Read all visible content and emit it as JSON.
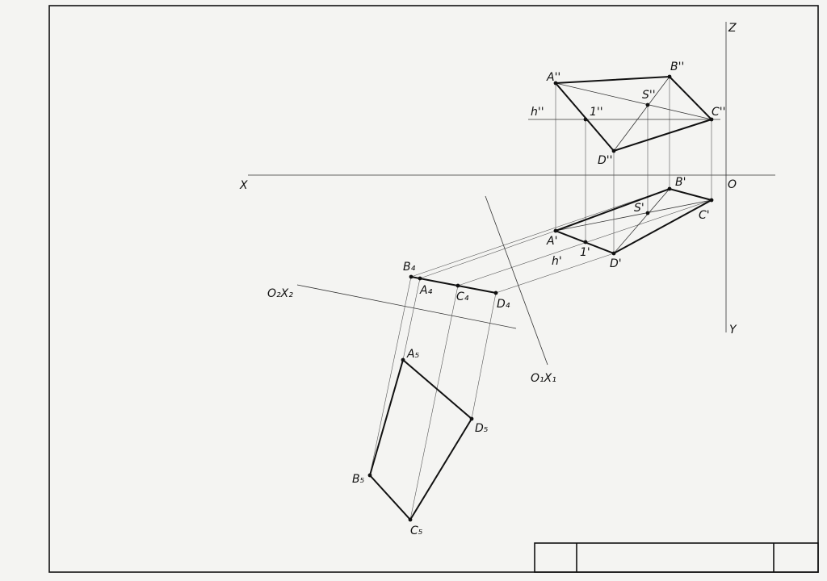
{
  "axes": {
    "x": "X",
    "z": "Z",
    "y": "Y",
    "o": "O",
    "o1x1": "O₁X₁",
    "o2x2": "O₂X₂"
  },
  "labels": {
    "A2": "A''",
    "B2": "B''",
    "C2": "C''",
    "D2": "D''",
    "S2": "S''",
    "one2": "1''",
    "h2": "h''",
    "A1": "A'",
    "B1": "B'",
    "C1": "C'",
    "D1": "D'",
    "S1": "S'",
    "one1": "1'",
    "h1": "h'",
    "A4": "A₄",
    "B4": "B₄",
    "C4": "C₄",
    "D4": "D₄",
    "A5": "A₅",
    "B5": "B₅",
    "C5": "C₅",
    "D5": "D₅"
  }
}
